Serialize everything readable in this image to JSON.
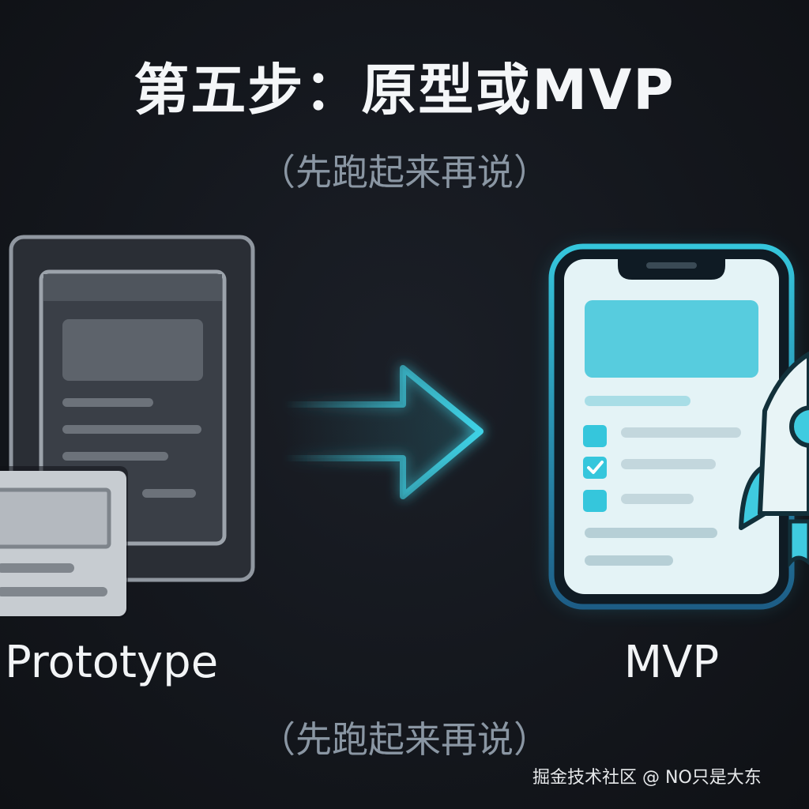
{
  "title": "第五步：原型或MVP",
  "subtitle_top": "（先跑起来再说）",
  "subtitle_bottom": "（先跑起来再说）",
  "prototype": {
    "label": "Prototype"
  },
  "mvp": {
    "label": "MVP",
    "checklist": [
      {
        "checked": false
      },
      {
        "checked": true
      },
      {
        "checked": false
      }
    ]
  },
  "watermark": "掘金技术社区 @ NO只是大东",
  "colors": {
    "accent": "#3fd2e6",
    "background": "#14171d",
    "mvp_screen": "#e4f3f6",
    "mvp_frame": "#1e6f86",
    "prototype_frame": "#2a2e35"
  },
  "icons": [
    "arrow-right-icon",
    "rocket-icon",
    "checkbox-icon",
    "check-icon"
  ]
}
